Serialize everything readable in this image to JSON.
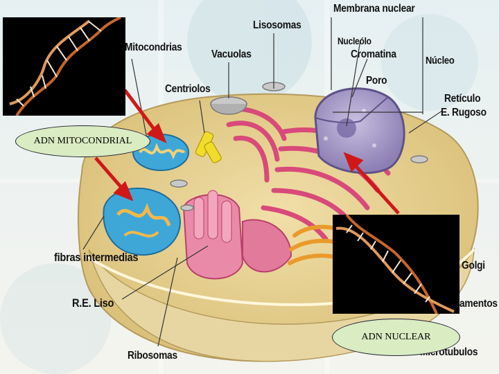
{
  "labels": {
    "mitocondrias": "Mitocondrias",
    "vacuolas": "Vacuolas",
    "centriolos": "Centriolos",
    "lisosomas": "Lisosomas",
    "membrana_nuclear": "Membrana nuclear",
    "nucleolo": "Nucleólo",
    "cromatina": "Cromatina",
    "poro": "Poro",
    "nucleo": "Núcleo",
    "reticulo_rugoso_1": "Retículo",
    "reticulo_rugoso_2": "E. Rugoso",
    "fibras_intermedias": "fibras intermedias",
    "re_liso": "R.E. Liso",
    "ribosomas": "Ribosomas",
    "golgi": "Golgi",
    "filamentos": "amentos",
    "microtubulos": "Microtubulos"
  },
  "callouts": {
    "adn_mitocondrial": "ADN MITOCONDRIAL",
    "adn_nuclear": "ADN NUCLEAR"
  },
  "colors": {
    "arrow": "#d01818",
    "callout_fill": "#d9ecc2",
    "cytoplasm": "#e9d59a",
    "reticulum": "#d84a7a",
    "nucleus": "#9c8fc0",
    "mitochondria": "#3fa7d8"
  }
}
